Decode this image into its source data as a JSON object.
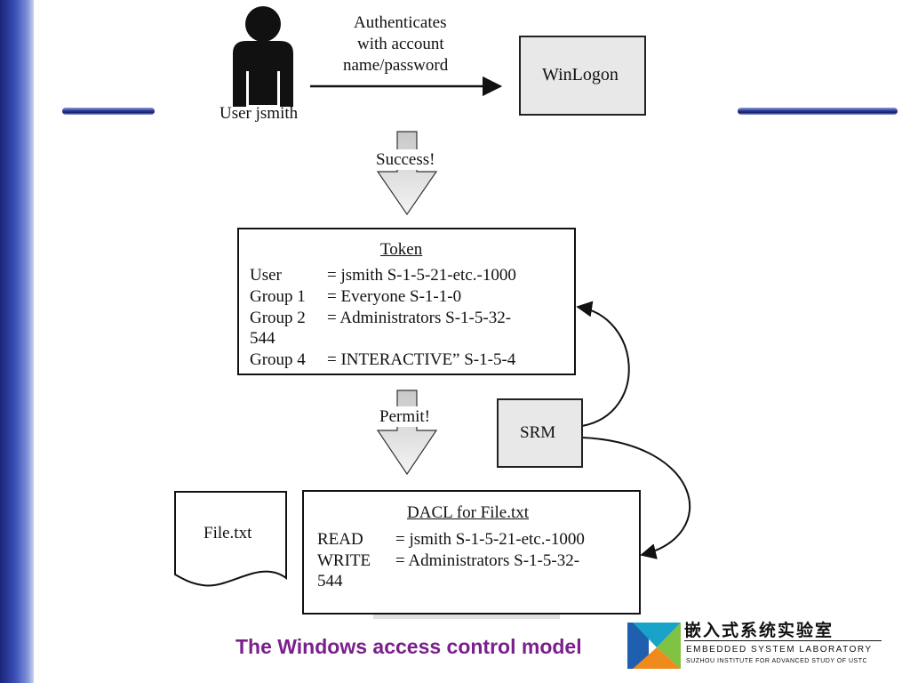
{
  "diagram": {
    "user_label": "User jsmith",
    "auth_label_lines": [
      "Authenticates",
      "with account",
      "name/password"
    ],
    "winlogon_label": "WinLogon",
    "success_label": "Success!",
    "token": {
      "title": "Token",
      "rows": [
        {
          "key": "User",
          "value": "= jsmith  S-1-5-21-etc.-1000"
        },
        {
          "key": "Group 1",
          "value": "= Everyone  S-1-1-0"
        },
        {
          "key": "Group 2",
          "value": "= Administrators  S-1-5-32-"
        },
        {
          "key": "544",
          "value": ""
        },
        {
          "key": "Group 4",
          "value": "= INTERACTIVE” S-1-5-4"
        }
      ]
    },
    "permit_label": "Permit!",
    "srm_label": "SRM",
    "file_label": "File.txt",
    "dacl": {
      "title": "DACL for File.txt",
      "rows": [
        {
          "key": "READ",
          "value": "= jsmith  S-1-5-21-etc.-1000"
        },
        {
          "key": "WRITE",
          "value": "= Administrators  S-1-5-32-"
        },
        {
          "key": "544",
          "value": ""
        }
      ]
    }
  },
  "caption": "The Windows access control model",
  "lab": {
    "name_cn": "嵌入式系统实验室",
    "name_en": "Embedded System Laboratory",
    "subtitle": "Suzhou Institute for Advanced Study of USTC"
  },
  "colors": {
    "caption": "#7a1f8c",
    "bar_dark": "#1a2478",
    "logo_teal": "#1aa3c8",
    "logo_orange": "#f08a1c",
    "logo_green": "#7fc241",
    "logo_blue": "#1f5fb0"
  }
}
